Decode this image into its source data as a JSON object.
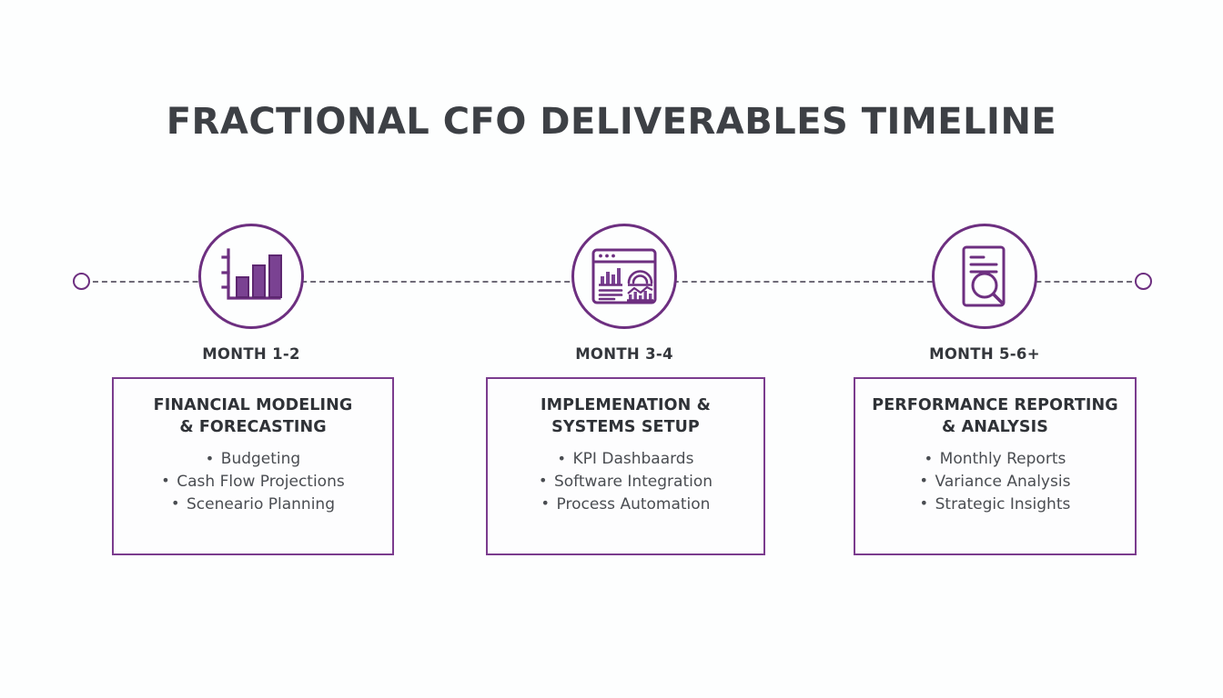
{
  "title": "FRACTIONAL CFO DELIVERABLES TIMELINE",
  "colors": {
    "accent_purple": "#6d2f80",
    "card_border": "#7b3c8e",
    "icon_fill": "#7a4292",
    "title_text": "#3d4045",
    "body_text": "#4a4d52",
    "rail_dash": "#6f6b78",
    "background": "#fdfefe"
  },
  "timeline": {
    "endpoint_left": "timeline-start-marker",
    "endpoint_right": "timeline-end-marker",
    "line_style": "dashed"
  },
  "milestones": [
    {
      "icon": "bar-chart-icon",
      "month": "MONTH 1-2",
      "title_line1": "FINANCIAL MODELING",
      "title_line2": "& FORECASTING",
      "items": [
        "Budgeting",
        "Cash Flow Projections",
        "Sceneario Planning"
      ]
    },
    {
      "icon": "dashboard-icon",
      "month": "MONTH 3-4",
      "title_line1": "IMPLEMENATION &",
      "title_line2": "SYSTEMS SETUP",
      "items": [
        "KPI Dashbaards",
        "Software Integration",
        "Process Automation"
      ]
    },
    {
      "icon": "document-search-icon",
      "month": "MONTH 5-6+",
      "title_line1": "PERFORMANCE REPORTING",
      "title_line2": "& ANALYSIS",
      "items": [
        "Monthly Reports",
        "Variance Analysis",
        "Strategic Insights"
      ]
    }
  ]
}
